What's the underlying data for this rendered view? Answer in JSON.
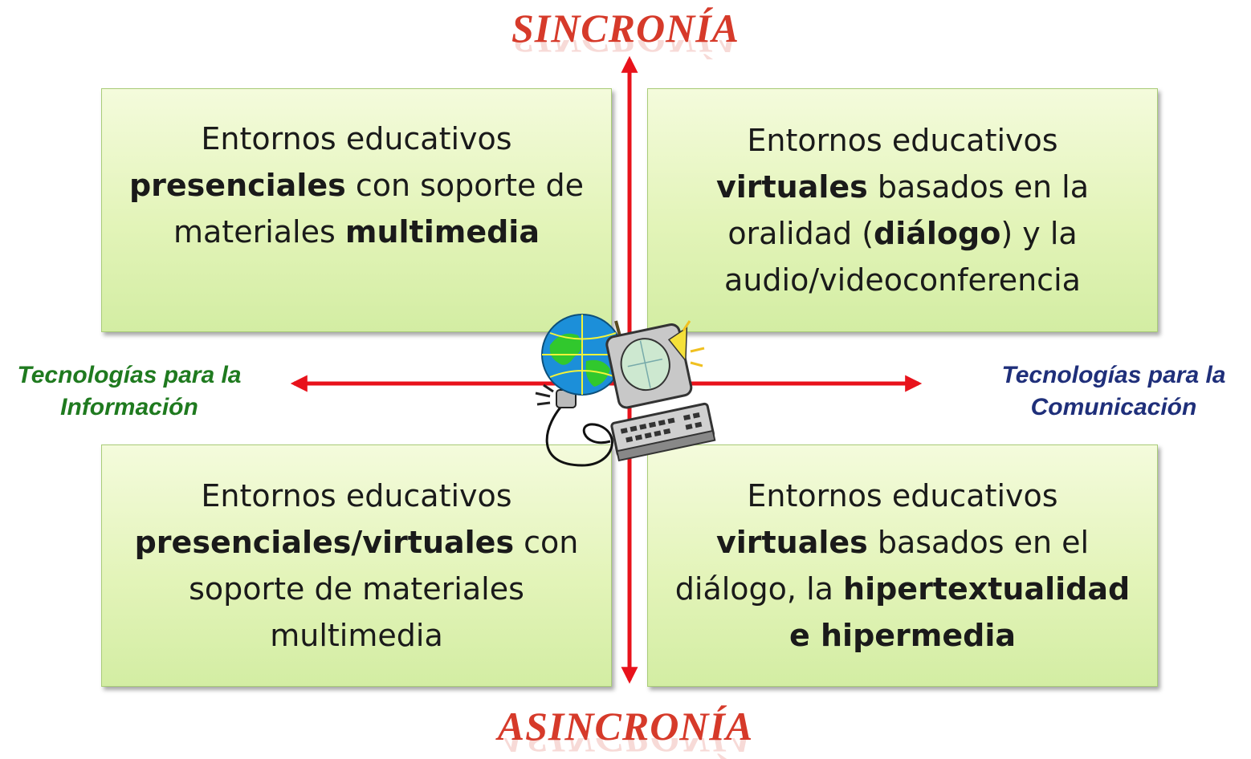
{
  "axis_top_label": "SINCRONÍA",
  "axis_bottom_label": "ASINCRONÍA",
  "axis_left_label": {
    "line1": "Tecnologías para la",
    "line2": "Información"
  },
  "axis_right_label": {
    "line1": "Tecnologías para la",
    "line2": "Comunicación"
  },
  "quadrants": {
    "top_left": [
      {
        "text": "Entornos educativos",
        "bold": false
      },
      {
        "text": "presenciales",
        "bold": true
      },
      {
        "text": " con soporte de",
        "bold": false
      },
      {
        "text": "materiales ",
        "bold": false
      },
      {
        "text": "multimedia",
        "bold": true
      }
    ],
    "top_right": [
      {
        "text": "Entornos educativos",
        "bold": false
      },
      {
        "text": "virtuales",
        "bold": true
      },
      {
        "text": " basados en la",
        "bold": false
      },
      {
        "text": "oralidad (",
        "bold": false
      },
      {
        "text": "diálogo",
        "bold": true
      },
      {
        "text": ") y la",
        "bold": false
      },
      {
        "text": "audio/videoconferencia",
        "bold": false
      }
    ],
    "bottom_left": [
      {
        "text": "Entornos educativos",
        "bold": false
      },
      {
        "text": "presenciales/virtuales",
        "bold": true
      },
      {
        "text": " con",
        "bold": false
      },
      {
        "text": "soporte de materiales",
        "bold": false
      },
      {
        "text": "multimedia",
        "bold": false
      }
    ],
    "bottom_right": [
      {
        "text": "Entornos educativos",
        "bold": false
      },
      {
        "text": "virtuales",
        "bold": true
      },
      {
        "text": " basados en el",
        "bold": false
      },
      {
        "text": "diálogo, la ",
        "bold": false
      },
      {
        "text": "hipertextualidad",
        "bold": true
      },
      {
        "text": "e hipermedia",
        "bold": true
      }
    ]
  },
  "colors": {
    "axis_arrow": "#e8121b",
    "title": "#d63a2a",
    "left_label": "#1f7a1f",
    "right_label": "#1f2f7a",
    "box_fill": "#e3f4b9"
  },
  "center_icon": "globe-computer-clipart-icon"
}
